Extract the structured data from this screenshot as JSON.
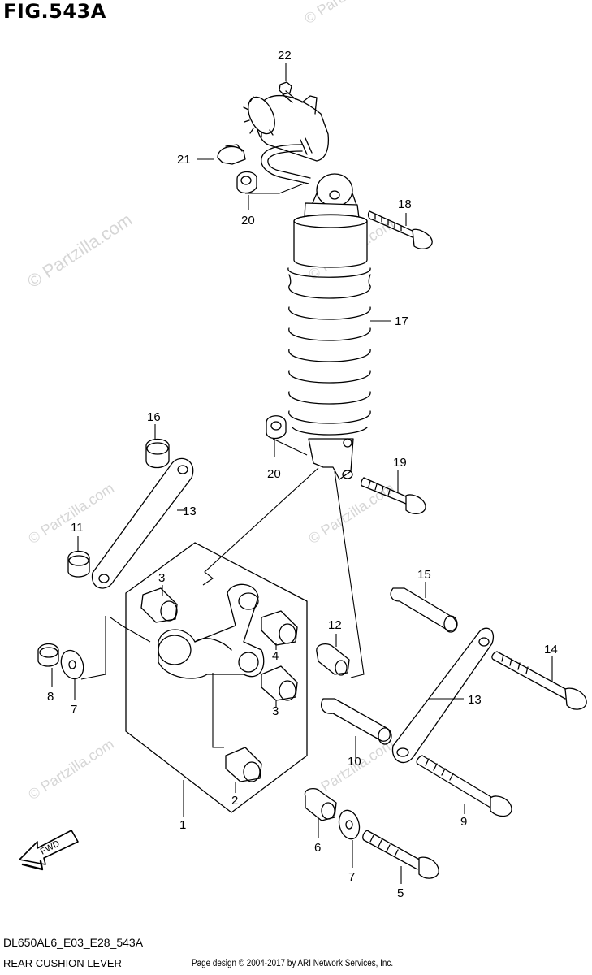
{
  "figure": {
    "title": "FIG.543A",
    "model_code": "DL650AL6_E03_E28_543A",
    "section_name": "REAR CUSHION LEVER",
    "footer": "Page design © 2004-2017 by ARI Network Services, Inc.",
    "watermark": "© Partzilla.com",
    "fwd_label": "FWD"
  },
  "callouts": [
    {
      "id": "c22",
      "text": "22"
    },
    {
      "id": "c21",
      "text": "21"
    },
    {
      "id": "c20a",
      "text": "20"
    },
    {
      "id": "c18",
      "text": "18"
    },
    {
      "id": "c17",
      "text": "17"
    },
    {
      "id": "c16",
      "text": "16"
    },
    {
      "id": "c13a",
      "text": "13"
    },
    {
      "id": "c20b",
      "text": "20"
    },
    {
      "id": "c19",
      "text": "19"
    },
    {
      "id": "c11",
      "text": "11"
    },
    {
      "id": "c3a",
      "text": "3"
    },
    {
      "id": "c15",
      "text": "15"
    },
    {
      "id": "c12",
      "text": "12"
    },
    {
      "id": "c4",
      "text": "4"
    },
    {
      "id": "c14",
      "text": "14"
    },
    {
      "id": "c8",
      "text": "8"
    },
    {
      "id": "c7a",
      "text": "7"
    },
    {
      "id": "c3b",
      "text": "3"
    },
    {
      "id": "c13b",
      "text": "13"
    },
    {
      "id": "c10",
      "text": "10"
    },
    {
      "id": "c2",
      "text": "2"
    },
    {
      "id": "c1",
      "text": "1"
    },
    {
      "id": "c9",
      "text": "9"
    },
    {
      "id": "c6",
      "text": "6"
    },
    {
      "id": "c7b",
      "text": "7"
    },
    {
      "id": "c5",
      "text": "5"
    }
  ]
}
